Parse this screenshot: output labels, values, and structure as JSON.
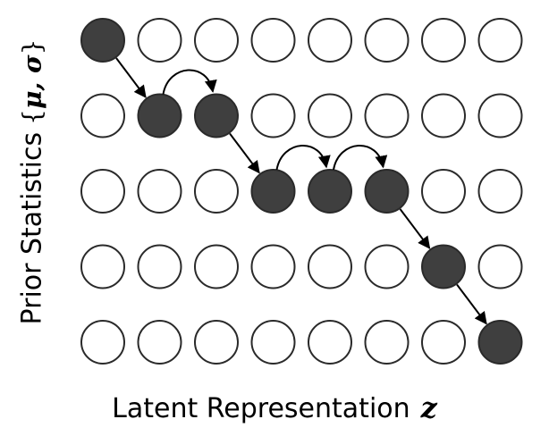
{
  "grid": {
    "rows": 5,
    "cols": 8,
    "path": [
      [
        0,
        0
      ],
      [
        1,
        1
      ],
      [
        1,
        2
      ],
      [
        2,
        3
      ],
      [
        2,
        4
      ],
      [
        2,
        5
      ],
      [
        3,
        6
      ],
      [
        4,
        7
      ]
    ],
    "transitions": [
      {
        "from": [
          0,
          0
        ],
        "to": [
          1,
          1
        ],
        "kind": "diagonal"
      },
      {
        "from": [
          1,
          1
        ],
        "to": [
          1,
          2
        ],
        "kind": "curved"
      },
      {
        "from": [
          1,
          2
        ],
        "to": [
          2,
          3
        ],
        "kind": "diagonal"
      },
      {
        "from": [
          2,
          3
        ],
        "to": [
          2,
          4
        ],
        "kind": "curved"
      },
      {
        "from": [
          2,
          4
        ],
        "to": [
          2,
          5
        ],
        "kind": "curved"
      },
      {
        "from": [
          2,
          5
        ],
        "to": [
          3,
          6
        ],
        "kind": "diagonal"
      },
      {
        "from": [
          3,
          6
        ],
        "to": [
          4,
          7
        ],
        "kind": "diagonal"
      }
    ]
  },
  "colors": {
    "filled": "#3f3f3f",
    "empty": "#ffffff",
    "stroke": "#2a2a2a",
    "arrow": "#000000"
  },
  "labels": {
    "y_text": "Prior Statistics",
    "y_brace_open": "{",
    "y_symbols": "μ, σ",
    "y_brace_close": "}",
    "x_text": "Latent Representation",
    "x_symbol": "z"
  }
}
